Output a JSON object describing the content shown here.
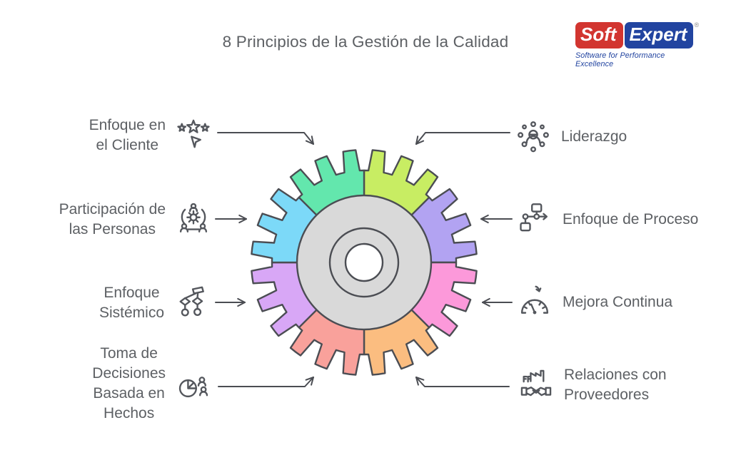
{
  "title": "8 Principios de la Gestión de la Calidad",
  "logo": {
    "soft": "Soft",
    "expert": "Expert",
    "registered": "®",
    "tagline": "Software for Performance Excellence",
    "red": "#d23530",
    "blue": "#2244a0"
  },
  "gear": {
    "hub_color": "#d9d9d9",
    "hole_color": "#ffffff",
    "stroke": "#4b4d53"
  },
  "principles": [
    {
      "id": "enfoque-cliente",
      "label": "Enfoque en\nel Cliente",
      "color": "#63e7ad",
      "clock_index": 7
    },
    {
      "id": "participacion-personas",
      "label": "Participación de\nlas Personas",
      "color": "#7cd9f8",
      "clock_index": 6
    },
    {
      "id": "enfoque-sistemico",
      "label": "Enfoque\nSistémico",
      "color": "#d8a7f6",
      "clock_index": 5
    },
    {
      "id": "toma-decisiones",
      "label": "Toma de\nDecisiones\nBasada en\nHechos",
      "color": "#f9a19b",
      "clock_index": 4
    },
    {
      "id": "liderazgo",
      "label": "Liderazgo",
      "color": "#c8ed63",
      "clock_index": 0
    },
    {
      "id": "enfoque-proceso",
      "label": "Enfoque de Proceso",
      "color": "#b2a3f2",
      "clock_index": 1
    },
    {
      "id": "mejora-continua",
      "label": "Mejora Continua",
      "color": "#fc99da",
      "clock_index": 2
    },
    {
      "id": "relaciones-proveedores",
      "label": "Relaciones con\nProveedores",
      "color": "#fbbd80",
      "clock_index": 3
    }
  ]
}
